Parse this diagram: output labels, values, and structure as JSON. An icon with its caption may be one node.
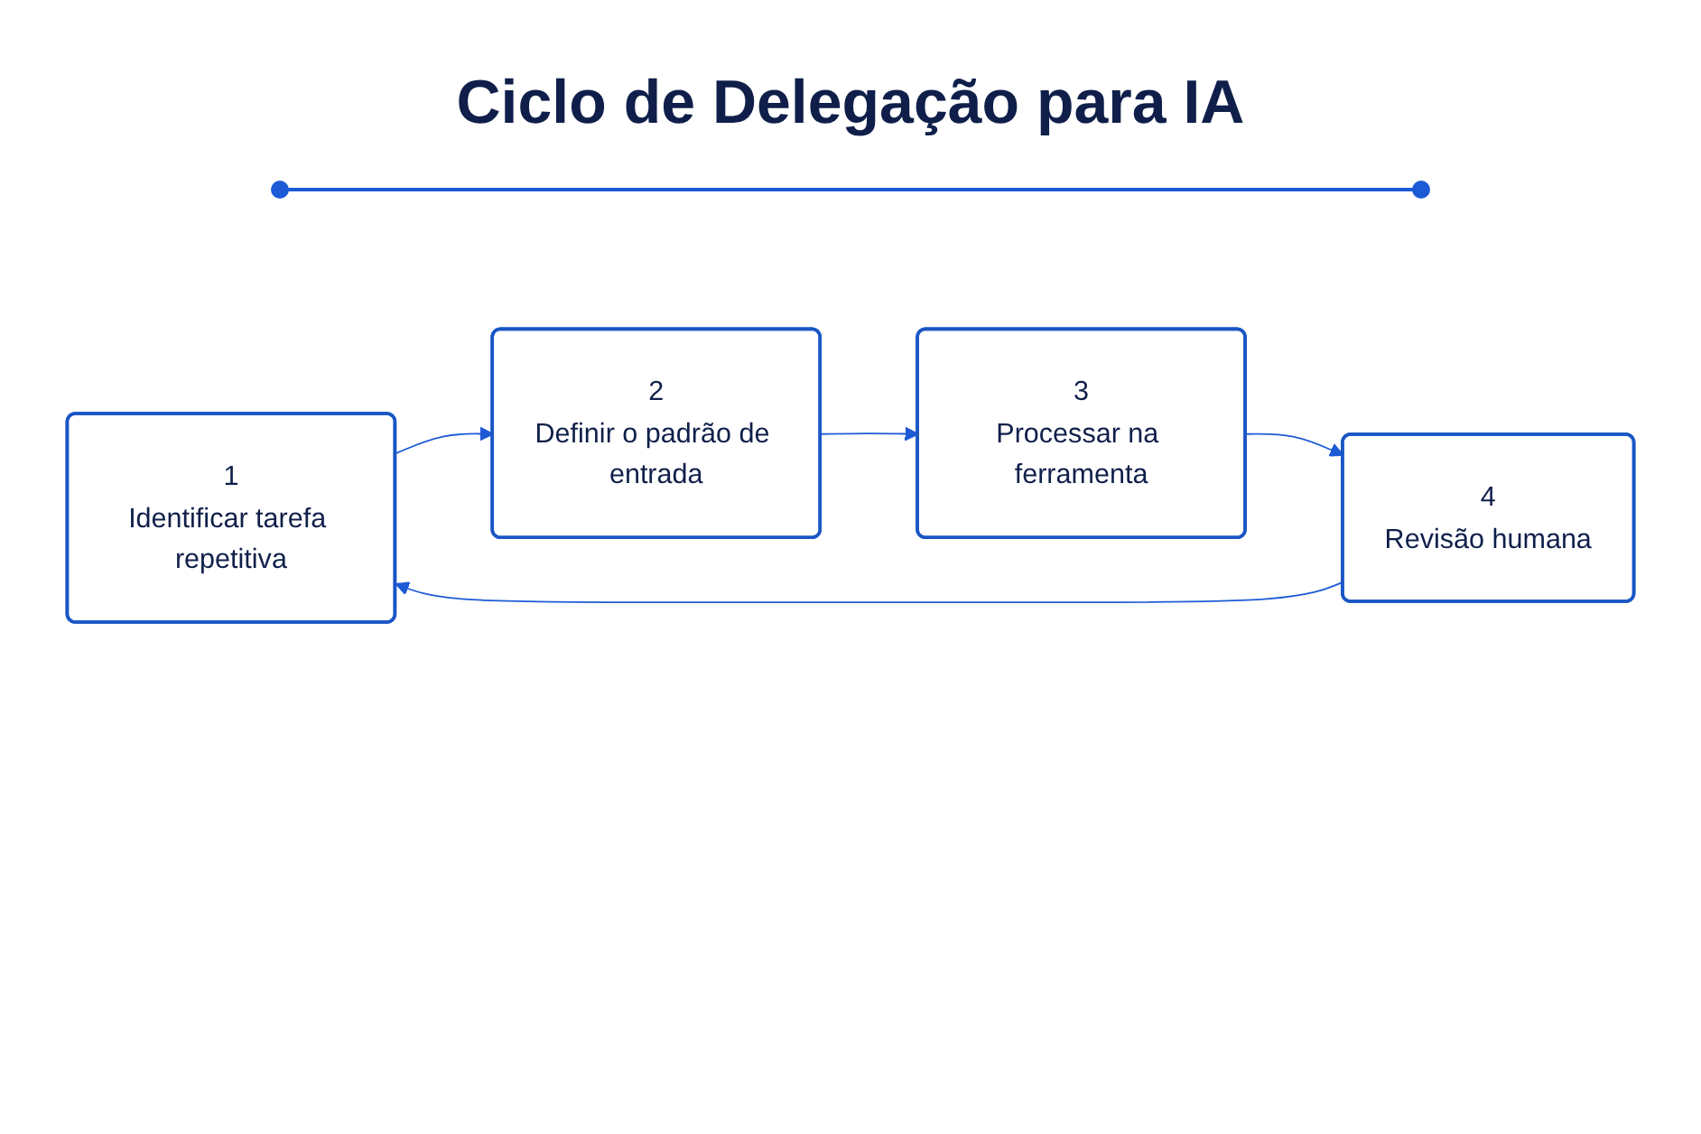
{
  "diagram": {
    "title": "Ciclo de Delegação para IA",
    "nodes": [
      {
        "text": [
          "1",
          "Identificar tarefa repetitiva"
        ]
      },
      {
        "text": [
          "2",
          "Definir o padrão de entrada"
        ]
      },
      {
        "text": [
          "3",
          "Processar na ferramenta"
        ]
      },
      {
        "text": [
          "4",
          "Revisão humana"
        ]
      }
    ],
    "edges": [
      {
        "from": 0,
        "to": 1,
        "arrow": "to"
      },
      {
        "from": 1,
        "to": 2,
        "arrow": "to"
      },
      {
        "from": 2,
        "to": 3,
        "arrow": "to"
      },
      {
        "from": 3,
        "to": 0,
        "arrow": "to"
      }
    ]
  }
}
